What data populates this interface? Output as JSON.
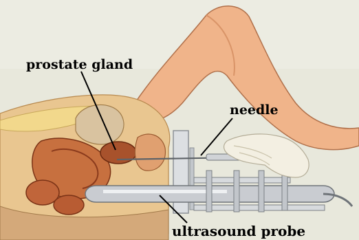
{
  "labels": {
    "prostate_gland": "prostate gland",
    "needle": "needle",
    "ultrasound_probe": "ultrasound probe"
  },
  "colors": {
    "background": "#e6e6d8",
    "skin": "#f0b48a",
    "tissue": "#c7703f",
    "dark_tissue": "#8a3a1c",
    "probe": "#c9ccd1",
    "glove": "#f3efe2",
    "label_text": "#000000"
  }
}
